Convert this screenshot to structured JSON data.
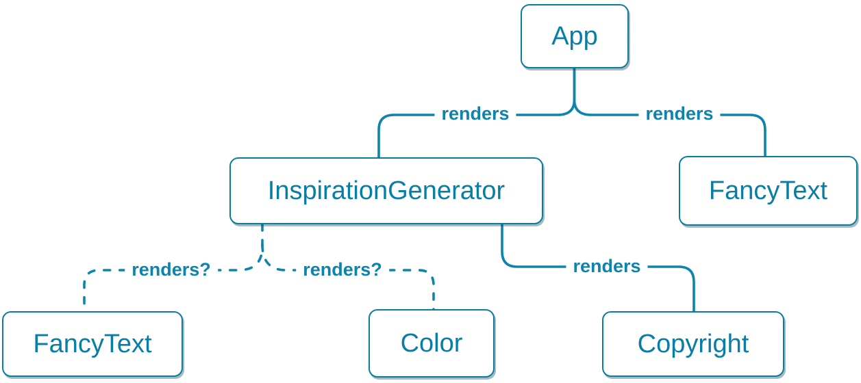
{
  "diagram": {
    "type": "tree",
    "colors": {
      "text": "#087ea4",
      "line": "#0e83ab",
      "border": "#0b7c9e",
      "box_bg": "#ffffff",
      "shadow": "rgba(20,70,95,0.38)"
    },
    "nodes": [
      {
        "id": "app",
        "label": "App"
      },
      {
        "id": "inspiration-generator",
        "label": "InspirationGenerator"
      },
      {
        "id": "fancy-text-top",
        "label": "FancyText"
      },
      {
        "id": "fancy-text-bottom",
        "label": "FancyText"
      },
      {
        "id": "color",
        "label": "Color"
      },
      {
        "id": "copyright",
        "label": "Copyright"
      }
    ],
    "edges": [
      {
        "from": "App",
        "to": "InspirationGenerator",
        "label": "renders",
        "style": "solid"
      },
      {
        "from": "App",
        "to": "FancyText",
        "label": "renders",
        "style": "solid"
      },
      {
        "from": "InspirationGenerator",
        "to": "FancyText",
        "label": "renders?",
        "style": "dashed"
      },
      {
        "from": "InspirationGenerator",
        "to": "Color",
        "label": "renders?",
        "style": "dashed"
      },
      {
        "from": "InspirationGenerator",
        "to": "Copyright",
        "label": "renders",
        "style": "solid"
      }
    ]
  }
}
